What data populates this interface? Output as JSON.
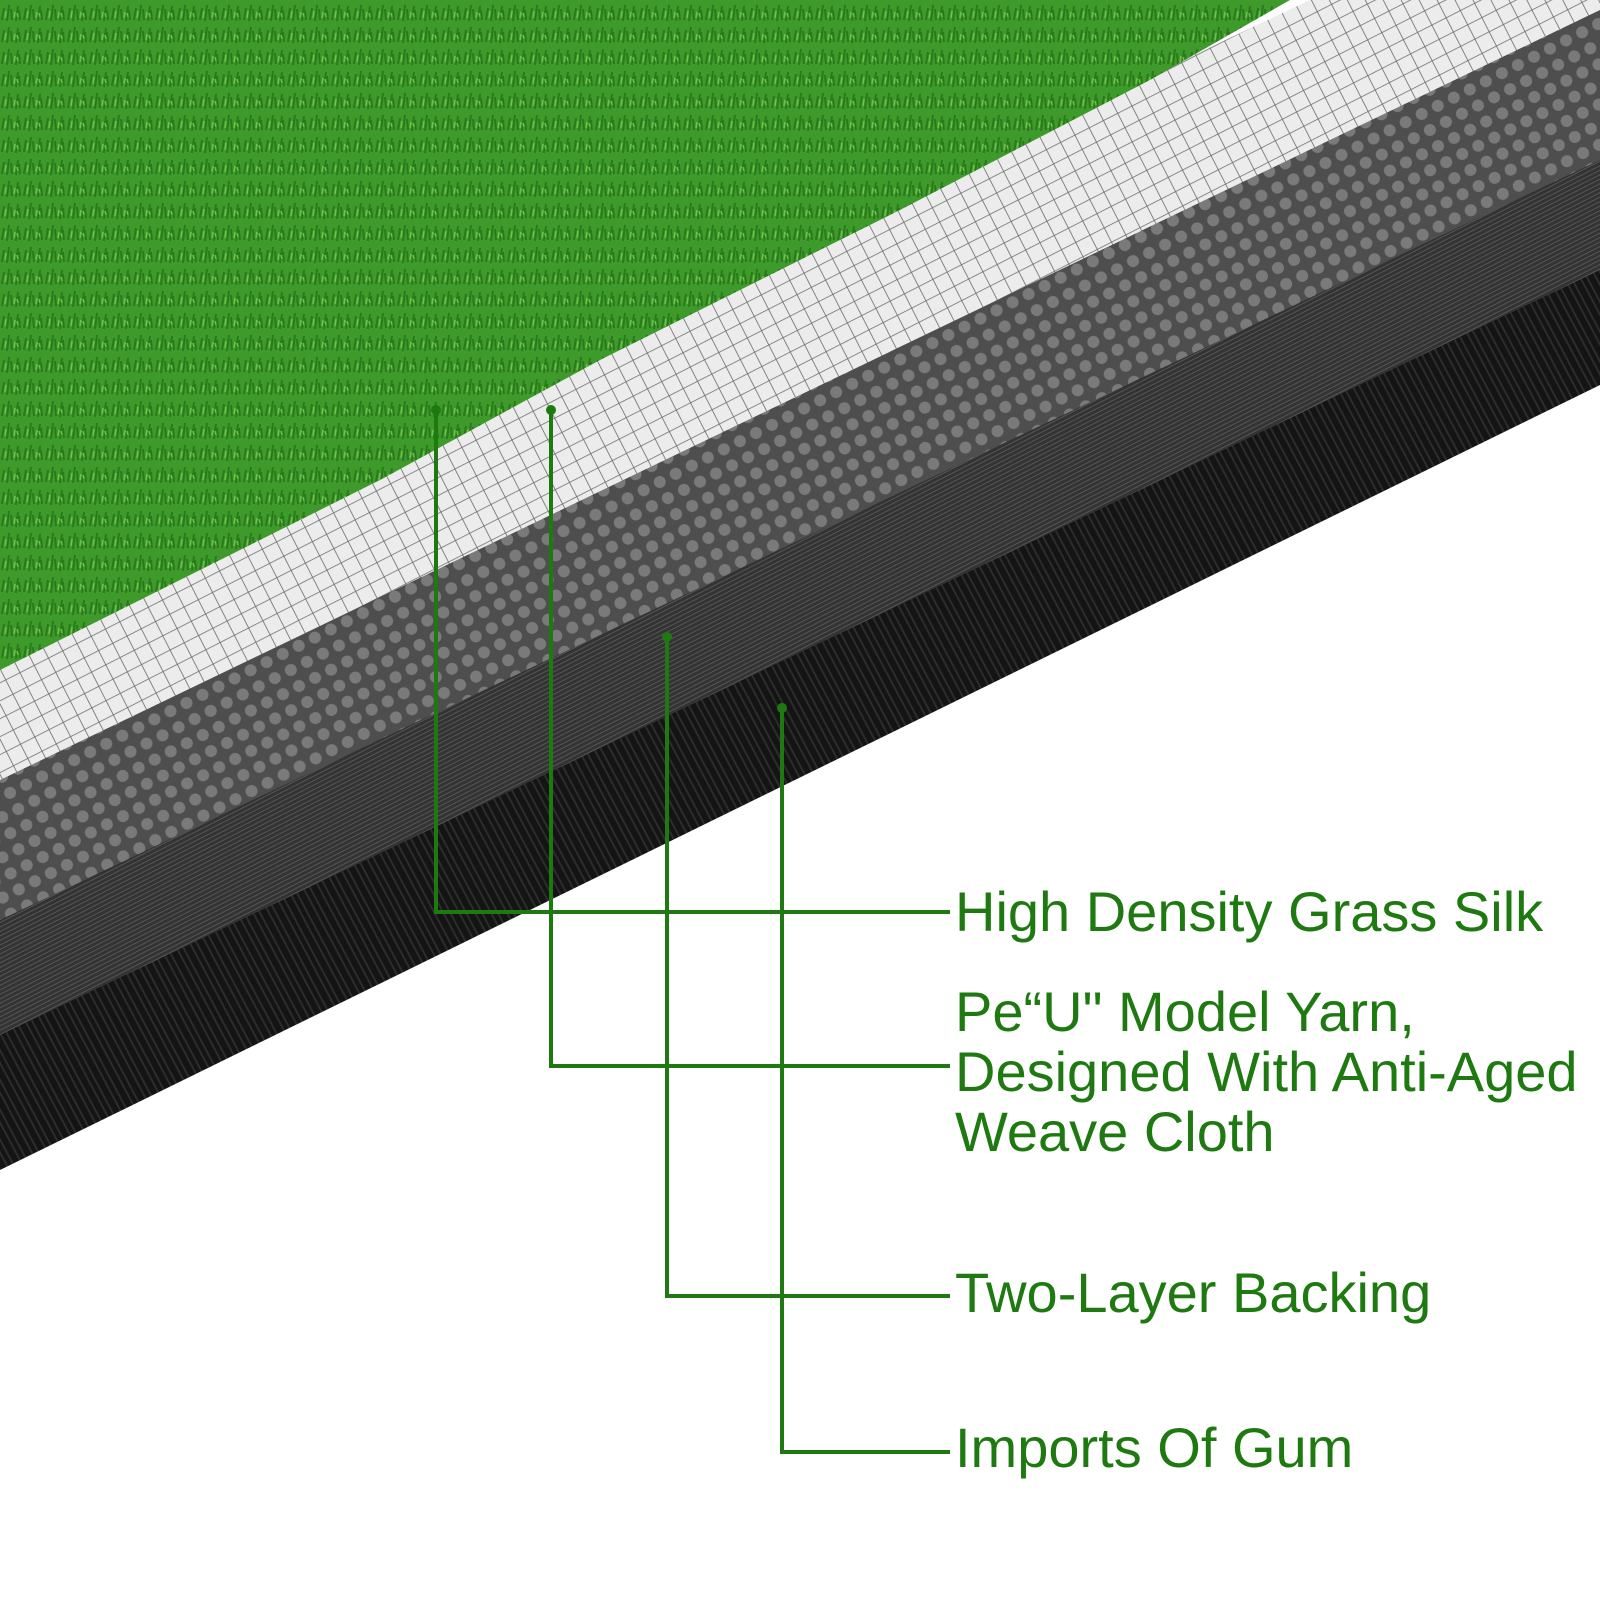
{
  "labels": [
    {
      "id": "high-density-grass-silk",
      "lines": [
        "High Density Grass Silk"
      ]
    },
    {
      "id": "pe-u-model-yarn",
      "lines": [
        "Pe“U\" Model Yarn,",
        "Designed With Anti-Aged",
        "Weave Cloth"
      ]
    },
    {
      "id": "two-layer-backing",
      "lines": [
        "Two-Layer Backing"
      ]
    },
    {
      "id": "imports-of-gum",
      "lines": [
        "Imports Of Gum"
      ]
    }
  ],
  "colors": {
    "callout": "#1e7a10",
    "grass": "#3f9a2c",
    "mesh": "#d9d9d9",
    "dotted_layer": "#5b5b5b",
    "backing": "#3a3a3a",
    "gum": "#151515",
    "background": "#ffffff"
  }
}
